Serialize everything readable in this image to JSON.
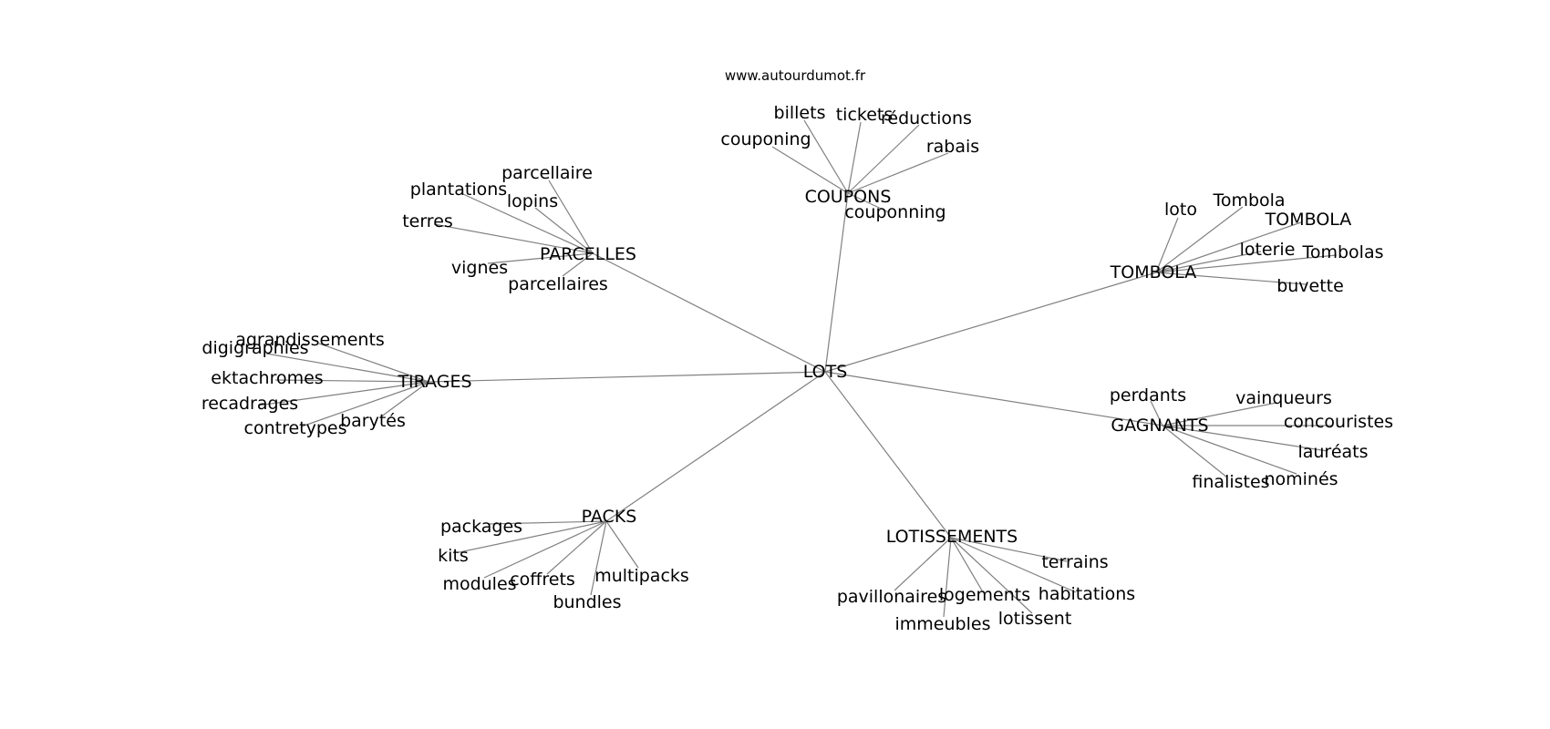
{
  "watermark": "www.autourdumot.fr",
  "center": "LOTS",
  "groups": [
    {
      "label": "COUPONS",
      "words": [
        "billets",
        "tickets",
        "réductions",
        "couponing",
        "rabais",
        "couponning"
      ]
    },
    {
      "label": "PARCELLES",
      "words": [
        "parcellaire",
        "plantations",
        "lopins",
        "terres",
        "vignes",
        "parcellaires"
      ]
    },
    {
      "label": "TOMBOLA",
      "words": [
        "loto",
        "Tombola",
        "TOMBOLA",
        "loterie",
        "Tombolas",
        "buvette"
      ]
    },
    {
      "label": "TIRAGES",
      "words": [
        "agrandissements",
        "digigraphies",
        "ektachromes",
        "recadrages",
        "contretypes",
        "barytés"
      ]
    },
    {
      "label": "GAGNANTS",
      "words": [
        "perdants",
        "vainqueurs",
        "concouristes",
        "lauréats",
        "nominés",
        "finalistes"
      ]
    },
    {
      "label": "PACKS",
      "words": [
        "packages",
        "kits",
        "modules",
        "coffrets",
        "multipacks",
        "bundles"
      ]
    },
    {
      "label": "LOTISSEMENTS",
      "words": [
        "terrains",
        "habitations",
        "logements",
        "lotissent",
        "pavillonaires",
        "immeubles"
      ]
    }
  ]
}
